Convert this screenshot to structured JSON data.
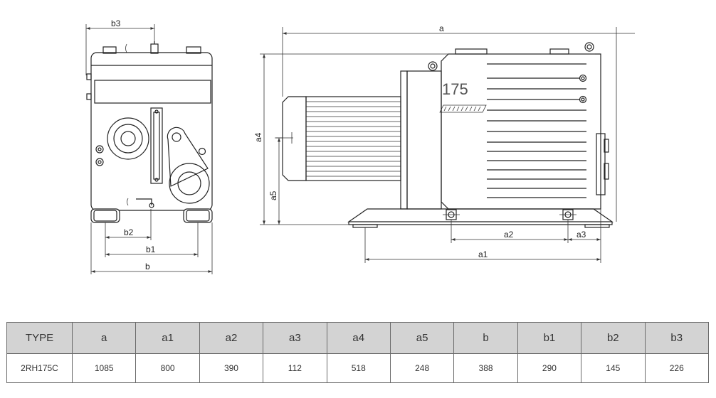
{
  "drawing": {
    "model_mark": "175",
    "front_view_dims": {
      "b": "b",
      "b1": "b1",
      "b2": "b2",
      "b3": "b3"
    },
    "side_view_dims": {
      "a": "a",
      "a1": "a1",
      "a2": "a2",
      "a3": "a3",
      "a4": "a4",
      "a5": "a5"
    }
  },
  "spec_table": {
    "headers": [
      "TYPE",
      "a",
      "a1",
      "a2",
      "a3",
      "a4",
      "a5",
      "b",
      "b1",
      "b2",
      "b3"
    ],
    "rows": [
      [
        "2RH175C",
        "1085",
        "800",
        "390",
        "112",
        "518",
        "248",
        "388",
        "290",
        "145",
        "226"
      ]
    ]
  }
}
